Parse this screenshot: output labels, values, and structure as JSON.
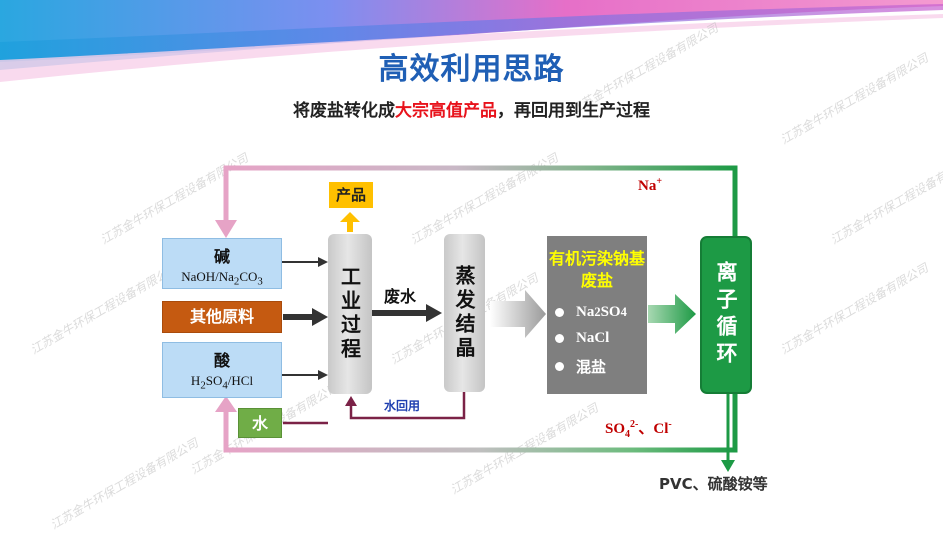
{
  "header": {
    "title": "高效利用思路",
    "subtitle_pre": "将废盐转化成",
    "subtitle_highlight": "大宗高值产品",
    "subtitle_post": "，再回用到生产过程"
  },
  "inputs": {
    "alkali_title": "碱",
    "alkali_formula_parts": [
      "NaOH/Na",
      "2",
      "CO",
      "3"
    ],
    "other_materials": "其他原料",
    "acid_title": "酸",
    "acid_formula_parts": [
      "H",
      "2",
      "SO",
      "4",
      "/HCl"
    ],
    "water": "水"
  },
  "process": {
    "product": "产品",
    "industrial_process": "工业过程",
    "waste_water": "废水",
    "evaporation_crystallization": "蒸发结晶",
    "water_reuse": "水回用"
  },
  "salt_panel": {
    "heading": "有机污染钠基废盐",
    "items": [
      {
        "parts": [
          "Na",
          "2",
          "SO",
          "4"
        ]
      },
      {
        "parts": [
          "NaCl"
        ]
      },
      {
        "parts": [
          "混盐"
        ]
      }
    ]
  },
  "ion_cycle": {
    "label": "离子循环",
    "na_label_parts": [
      "Na",
      "+"
    ],
    "anion_label_parts": [
      "SO",
      "4",
      "2-",
      "、Cl",
      "-"
    ],
    "output": "PVC、硫酸铵等"
  },
  "watermark": "江苏金牛环保工程设备有限公司",
  "colors": {
    "title_blue": "#1f5fb5",
    "highlight_red": "#e8121b",
    "ion_green": "#1d9a45",
    "orange": "#c55a11",
    "water_green": "#70ad47",
    "product_yellow": "#ffc000",
    "return_arrow_pink": "#e6a3c6",
    "water_line_maroon": "#7b2247",
    "label_red": "#c00000"
  }
}
